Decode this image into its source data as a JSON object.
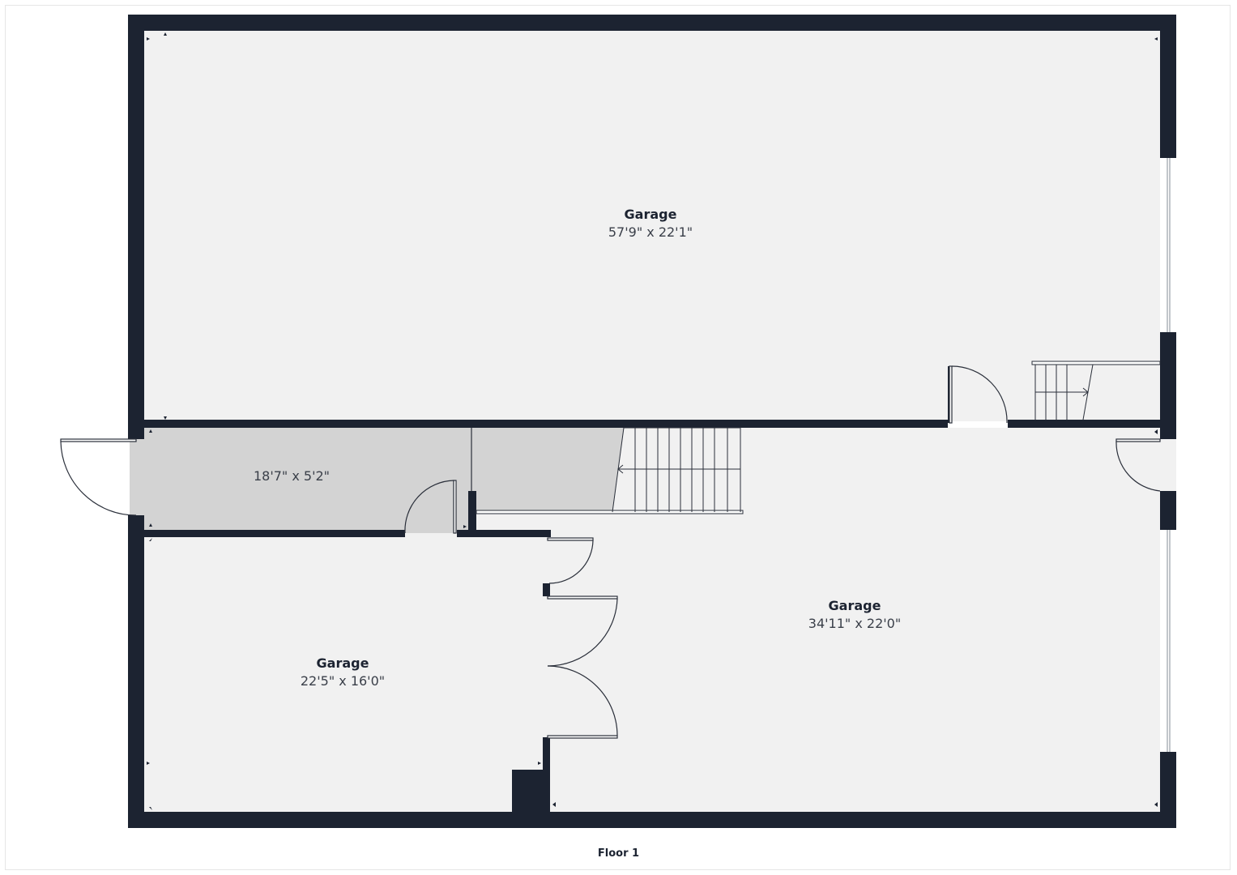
{
  "colors": {
    "wall": "#1c2331",
    "floor": "#f1f1f1",
    "hall": "#d3d3d3",
    "line": "#2a2f3a"
  },
  "rooms": [
    {
      "id": "garage-top",
      "name": "Garage",
      "dims": "57'9\" x 22'1\""
    },
    {
      "id": "hallway",
      "name": "",
      "dims": "18'7\" x 5'2\""
    },
    {
      "id": "garage-right",
      "name": "Garage",
      "dims": "34'11\" x 22'0\""
    },
    {
      "id": "garage-left",
      "name": "Garage",
      "dims": "22'5\" x 16'0\""
    }
  ],
  "floor_label": "Floor 1"
}
